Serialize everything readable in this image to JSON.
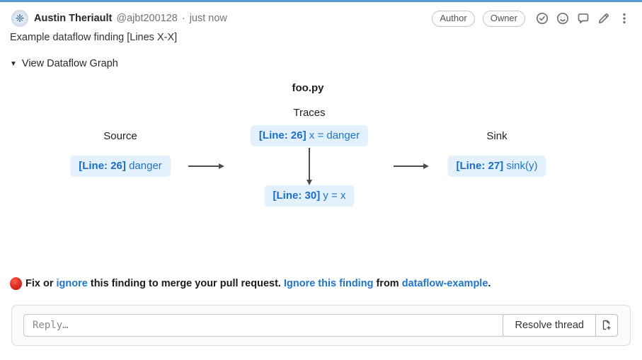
{
  "header": {
    "author_name": "Austin Theriault",
    "author_handle": "@ajbt200128",
    "separator": "·",
    "timestamp": "just now",
    "avatar_glyph": "❈",
    "badges": {
      "author": "Author",
      "owner": "Owner"
    },
    "icons": {
      "approve": "check-circle-icon",
      "emoji": "smiley-face-icon",
      "comment": "speech-bubble-icon",
      "edit": "pencil-icon",
      "more": "kebab-menu-icon"
    }
  },
  "comment": {
    "title": "Example dataflow finding [Lines X-X]",
    "toggle_icon": "▼",
    "toggle_label": "View Dataflow Graph"
  },
  "graph": {
    "file_title": "foo.py",
    "column_labels": {
      "source": "Source",
      "traces": "Traces",
      "sink": "Sink"
    },
    "nodes": [
      {
        "role": "source",
        "line": "[Line: 26]",
        "code": "danger"
      },
      {
        "role": "trace-1",
        "line": "[Line: 26]",
        "code": "x = danger"
      },
      {
        "role": "trace-2",
        "line": "[Line: 30]",
        "code": "y = x"
      },
      {
        "role": "sink",
        "line": "[Line: 27]",
        "code": "sink(y)"
      }
    ],
    "edges": [
      {
        "from": "source",
        "to": "trace-1"
      },
      {
        "from": "trace-1",
        "to": "trace-2"
      },
      {
        "from": "trace-2",
        "to": "sink"
      }
    ],
    "node_bg_color": "#e2f1fd",
    "node_text_color": "#1f75cb",
    "arrow_color": "#4c4c4c"
  },
  "warning": {
    "emoji": "red-circle",
    "part1": "Fix or ",
    "link1": "ignore",
    "part2": " this finding to merge your pull request. ",
    "link2": "Ignore this finding",
    "part3": " from ",
    "link3": "dataflow-example",
    "part4": ".",
    "link_color": "#1f75cb"
  },
  "reply": {
    "placeholder": "Reply…",
    "resolve_button_label": "Resolve thread",
    "secondary_button_icon": "create-issue-icon"
  },
  "colors": {
    "top_accent_line": "#579ad3",
    "text_primary": "#28272d",
    "text_muted": "#737278",
    "reply_bar_bg": "#fbfafd"
  }
}
